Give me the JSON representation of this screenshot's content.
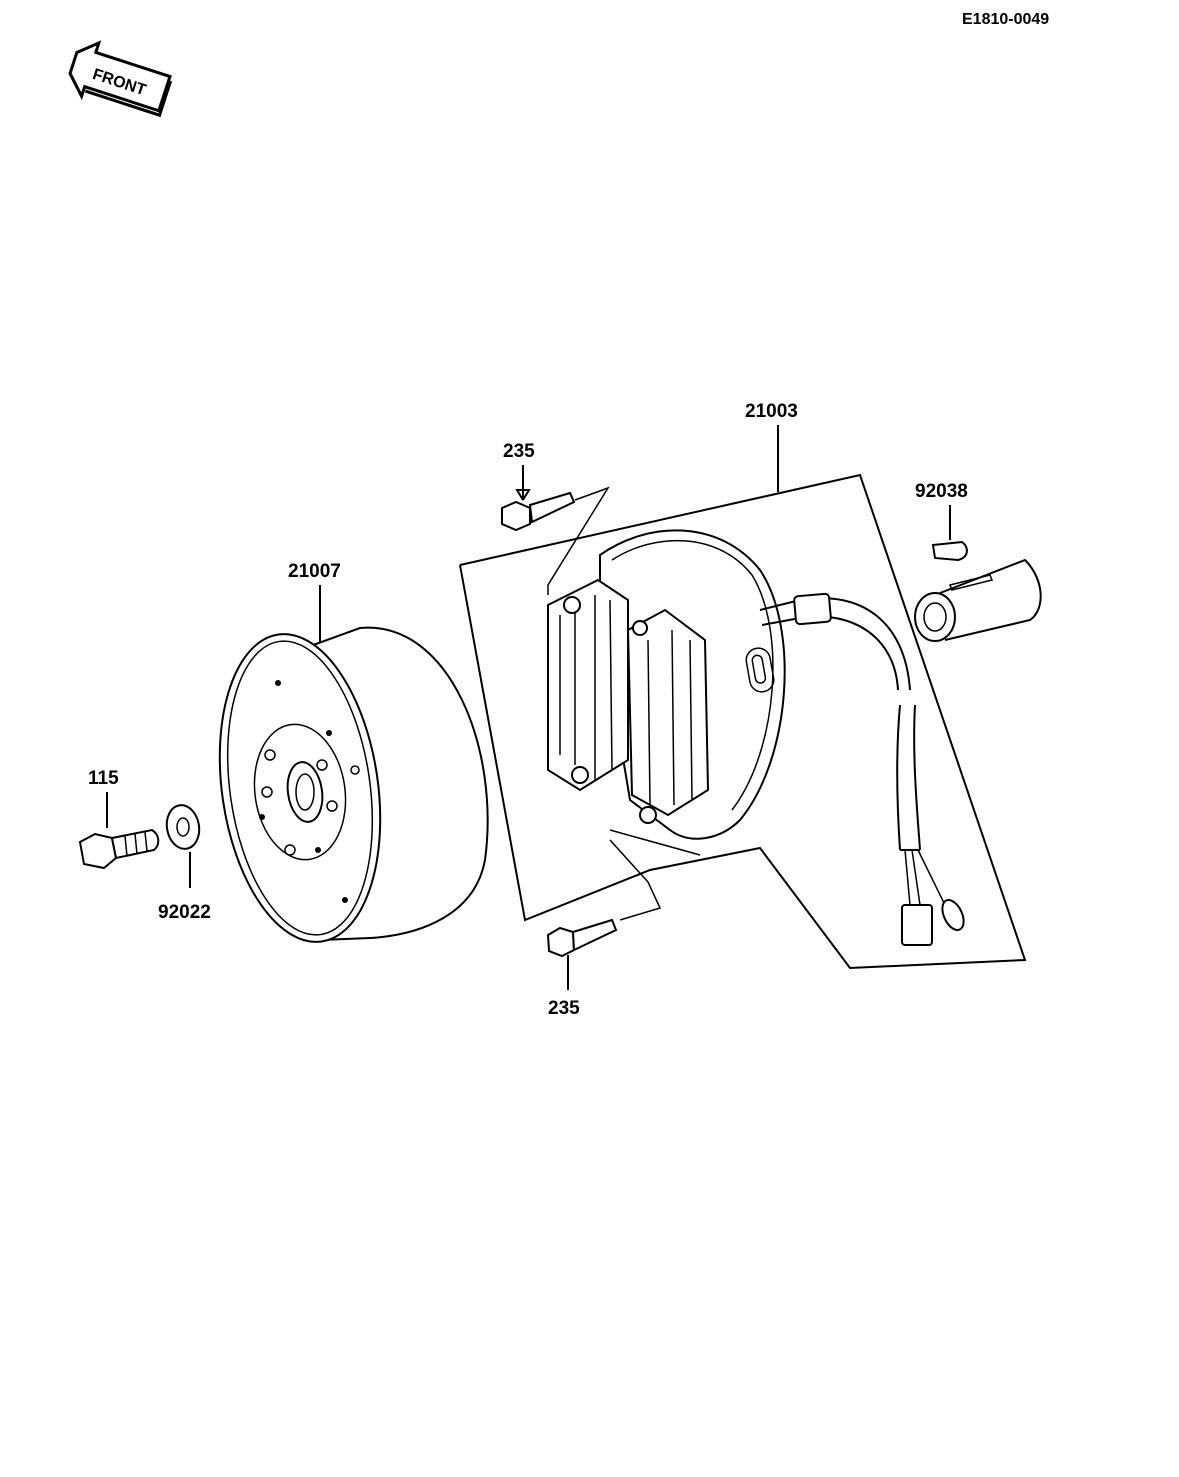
{
  "diagram": {
    "reference_code": "E1810-0049",
    "direction_label": "FRONT",
    "parts": [
      {
        "number": "21003",
        "description": "stator"
      },
      {
        "number": "21007",
        "description": "rotor"
      },
      {
        "number": "235",
        "description": "bolt"
      },
      {
        "number": "92038",
        "description": "key"
      },
      {
        "number": "115",
        "description": "bolt"
      },
      {
        "number": "92022",
        "description": "washer"
      }
    ],
    "labels": {
      "stator": "21003",
      "bolt_upper": "235",
      "key": "92038",
      "rotor": "21007",
      "bolt_left": "115",
      "washer": "92022",
      "bolt_lower": "235"
    }
  }
}
